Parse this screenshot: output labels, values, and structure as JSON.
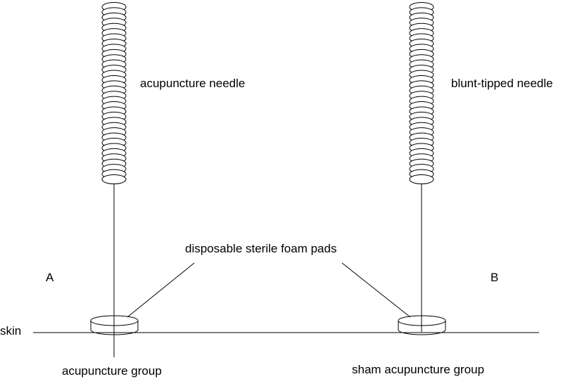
{
  "labels": {
    "needle_a": "acupuncture needle",
    "needle_b": "blunt-tipped needle",
    "foam_pads": "disposable sterile foam pads",
    "panel_a": "A",
    "panel_b": "B",
    "skin": "skin",
    "group_a": "acupuncture group",
    "group_b": "sham acupuncture group"
  }
}
